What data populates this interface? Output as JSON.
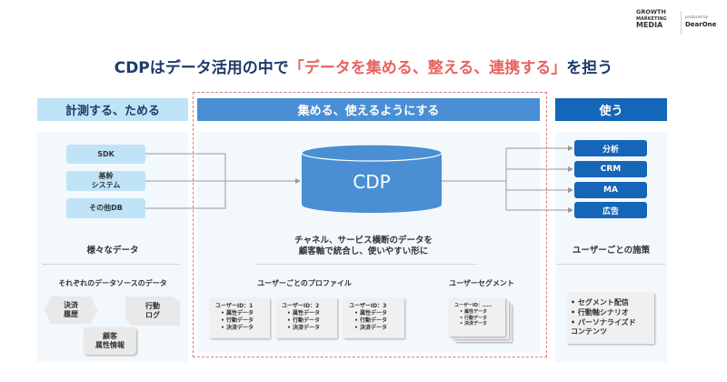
{
  "logo": {
    "text": "GROWTH MARKETING MEDIA",
    "produced_by": "produced by",
    "brand": "DearOne"
  },
  "title": {
    "prefix": "CDPはデータ活用の中で",
    "highlight": "「データを集める、整える、連携する」",
    "suffix": "を担う"
  },
  "columns": {
    "left": {
      "header": "計測する、ためる",
      "sources": [
        "SDK",
        "基幹\nシステム",
        "その他DB"
      ],
      "caption": "様々なデータ",
      "sub": "それぞれのデータソースのデータ",
      "shapes": [
        "決済\n履歴",
        "行動\nログ",
        "顧客\n属性情報"
      ]
    },
    "middle": {
      "header": "集める、使えるようにする",
      "cdp": "CDP",
      "caption_line1": "チャネル、サービス横断のデータを",
      "caption_line2": "顧客軸で統合し、使いやすい形に",
      "profile_label": "ユーザーごとのプロファイル",
      "profiles": [
        {
          "id": "ユーザーID：1",
          "items": [
            "属性データ",
            "行動データ",
            "決済データ"
          ]
        },
        {
          "id": "ユーザーID：2",
          "items": [
            "属性データ",
            "行動データ",
            "決済データ"
          ]
        },
        {
          "id": "ユーザーID：3",
          "items": [
            "属性データ",
            "行動データ",
            "決済データ"
          ]
        }
      ],
      "segment_label": "ユーザーセグメント",
      "segment": {
        "id": "ユーザーID：……",
        "items": [
          "属性データ",
          "行動データ",
          "決済データ"
        ]
      }
    },
    "right": {
      "header": "使う",
      "targets": [
        "分析",
        "CRM",
        "MA",
        "広告"
      ],
      "caption": "ユーザーごとの施策",
      "measures": [
        "セグメント配信",
        "行動軸シナリオ",
        "パーソナライズド\nコンテンツ"
      ]
    }
  },
  "colors": {
    "title": "#1f3a6b",
    "highlight": "#e8635f",
    "light_blue": "#bfe3f7",
    "mid_blue": "#4a8fd4",
    "dark_blue": "#1565b8",
    "dashed": "#e07a7a"
  }
}
